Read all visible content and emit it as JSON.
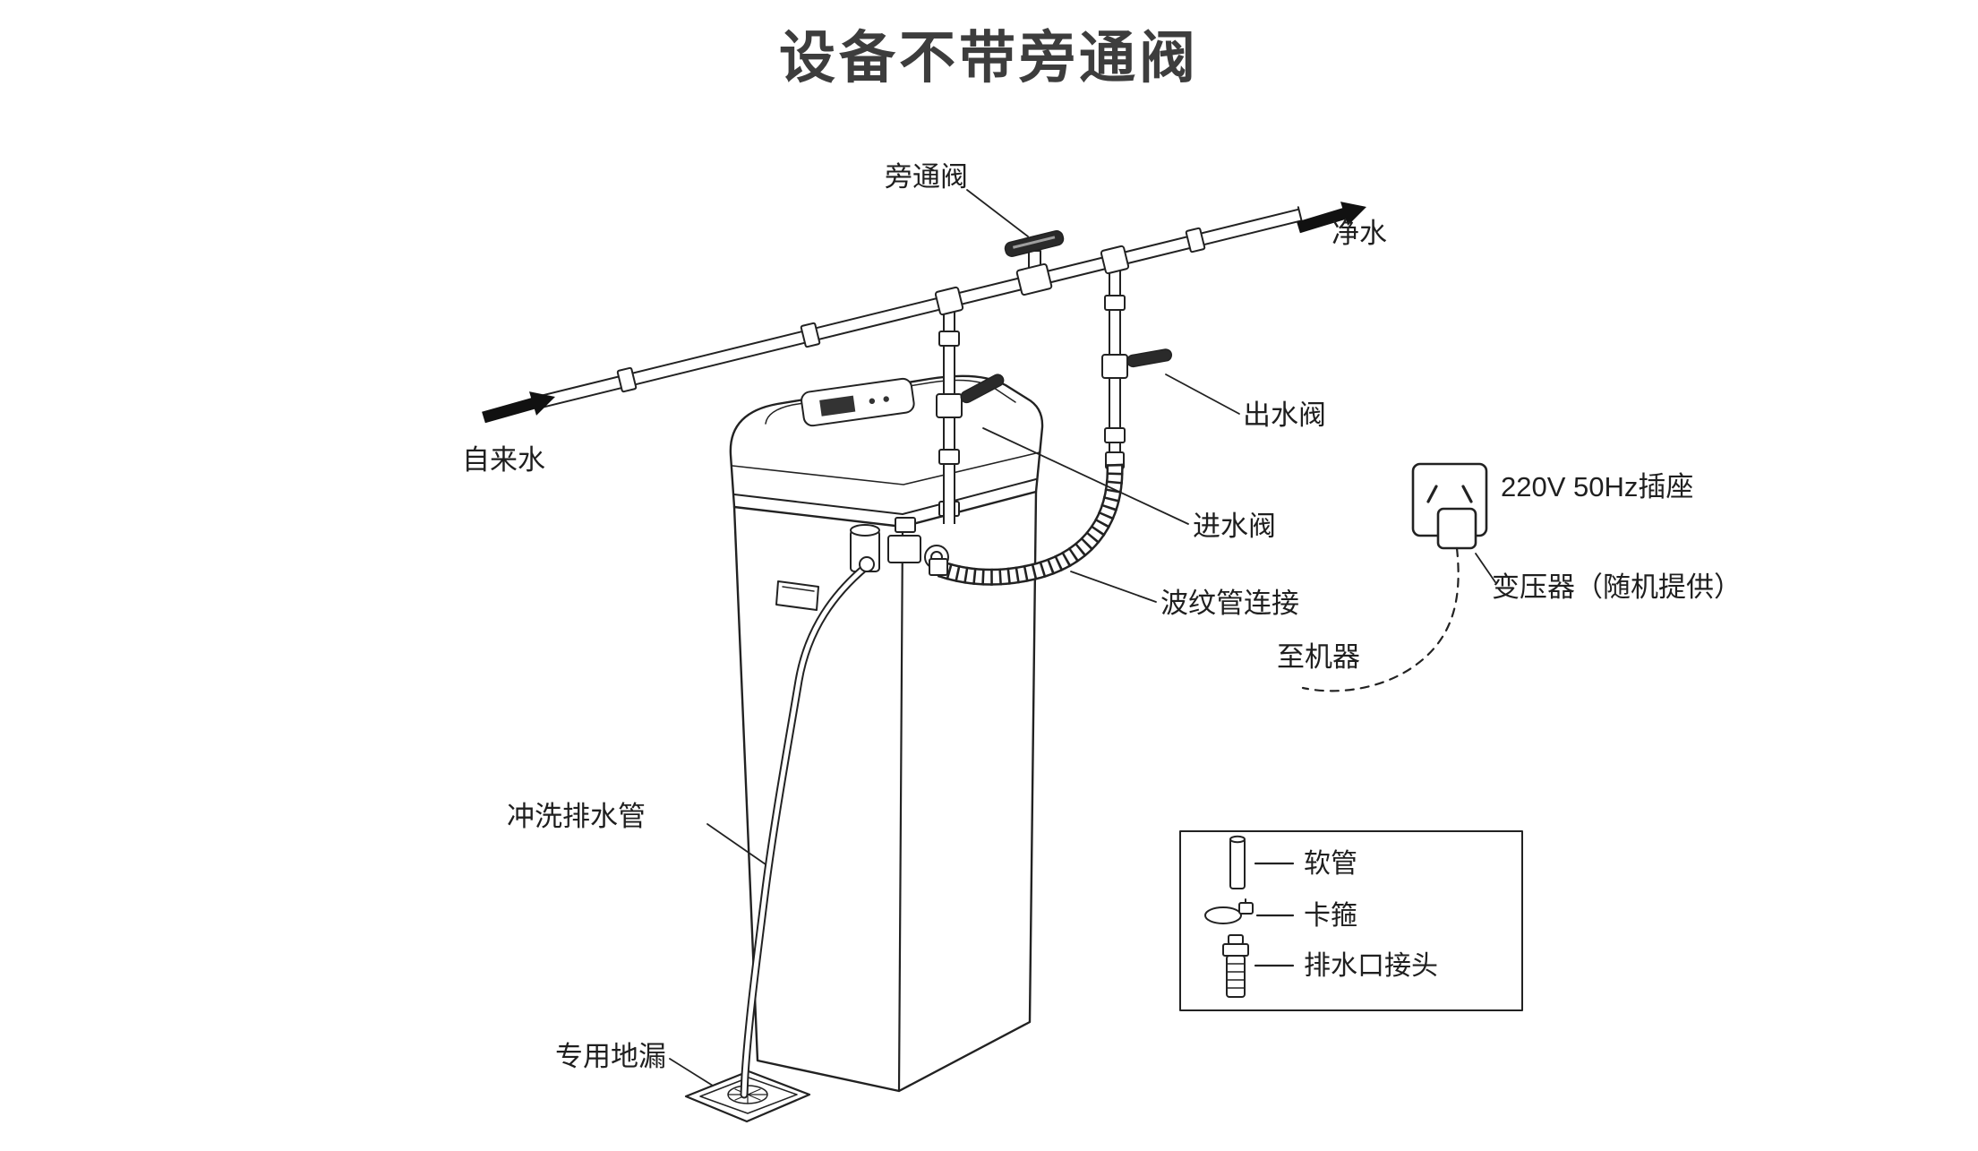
{
  "title": "设备不带旁通阀",
  "labels": {
    "bypass_valve": "旁通阀",
    "clean_water": "净水",
    "tap_water": "自来水",
    "outlet_valve": "出水阀",
    "inlet_valve": "进水阀",
    "corrugated_pipe": "波纹管连接",
    "power_socket": "220V 50Hz插座",
    "transformer": "变压器（随机提供）",
    "to_machine": "至机器",
    "flush_drain_pipe": "冲洗排水管",
    "floor_drain": "专用地漏"
  },
  "legend": {
    "items": [
      {
        "id": "hose",
        "label": "软管"
      },
      {
        "id": "clamp",
        "label": "卡箍"
      },
      {
        "id": "drain_connector",
        "label": "排水口接头"
      }
    ]
  },
  "colors": {
    "line": "#222222",
    "text": "#1f1f1f",
    "title": "#3d3d3d",
    "handle_fill": "#2a2a2a"
  }
}
